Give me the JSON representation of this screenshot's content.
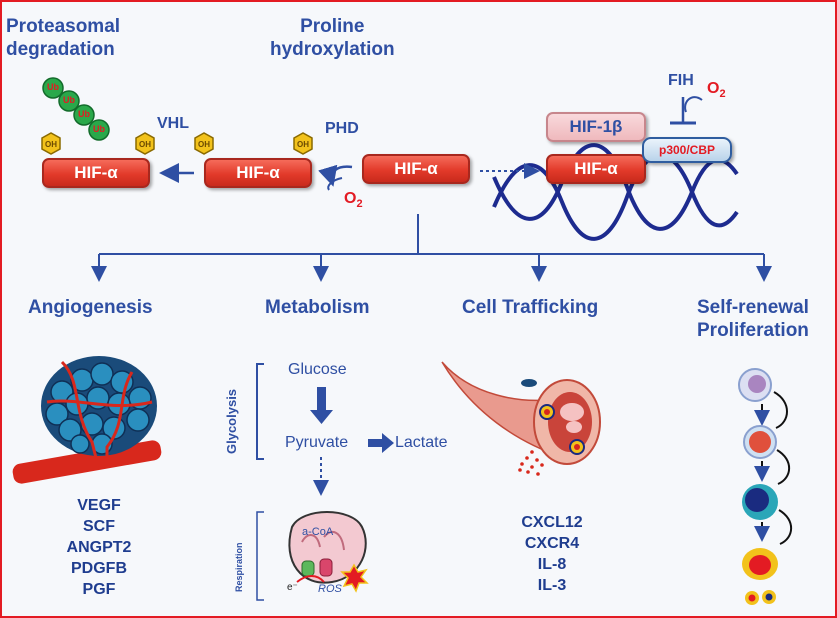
{
  "top": {
    "proteasomal": [
      "Proteasomal",
      "degradation"
    ],
    "proline": [
      "Proline",
      "hydroxylation"
    ],
    "vhl": "VHL",
    "phd": "PHD",
    "o2_main": "O",
    "o2_sub": "2",
    "fih": "FIH",
    "o2_fih": "O",
    "o2_fih_sub": "2",
    "ub": "Ub",
    "oh": "OH",
    "hif_alpha": "HIF-α",
    "hif_beta": "HIF-1β",
    "p300": "p300/CBP"
  },
  "categories": {
    "angiogenesis": "Angiogenesis",
    "metabolism": "Metabolism",
    "trafficking": "Cell Trafficking",
    "selfrenewal": [
      "Self-renewal",
      "Proliferation"
    ]
  },
  "metabolism": {
    "glycolysis": "Glycolysis",
    "respiration": "Respiration",
    "glucose": "Glucose",
    "pyruvate": "Pyruvate",
    "lactate": "Lactate",
    "acoa": "a-CoA",
    "electron": "e⁻",
    "ros": "ROS"
  },
  "genes": {
    "angiogenesis": [
      "VEGF",
      "SCF",
      "ANGPT2",
      "PDGFB",
      "PGF"
    ],
    "trafficking": [
      "CXCL12",
      "CXCR4",
      "IL-8",
      "IL-3"
    ]
  },
  "colors": {
    "frame": "#e31b23",
    "title_blue": "#2f4fa3",
    "hif_red": "#e23a2a",
    "oh_yellow": "#f2c21b",
    "ub_green": "#2aa84a",
    "dna_blue": "#1d2b8f"
  }
}
